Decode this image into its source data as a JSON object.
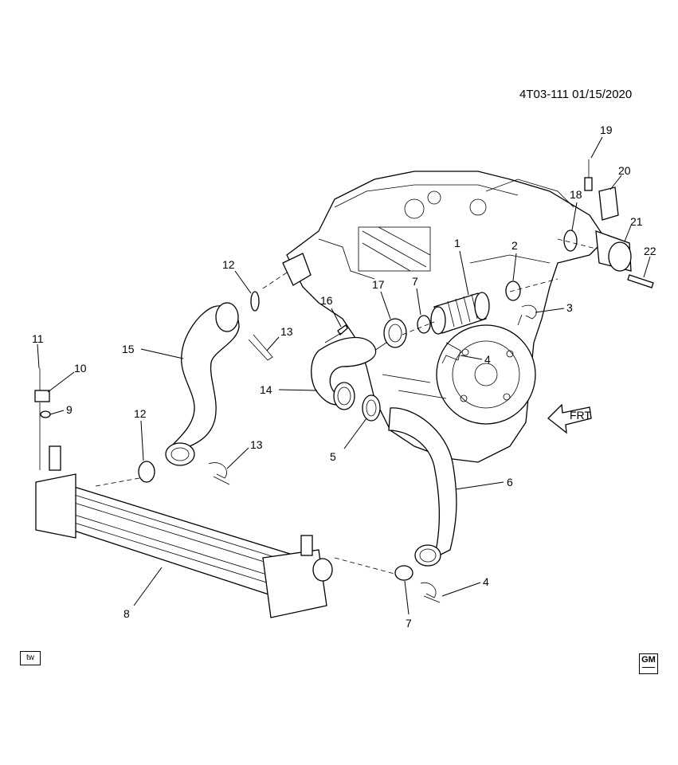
{
  "header": {
    "reference": "4T03-111  01/15/2020"
  },
  "badges": {
    "tw": "tw",
    "brand": "GM",
    "front_label": "FRT"
  },
  "callouts": [
    "1",
    "2",
    "3",
    "4",
    "4",
    "5",
    "6",
    "7",
    "7",
    "8",
    "9",
    "10",
    "11",
    "12",
    "12",
    "13",
    "13",
    "14",
    "15",
    "16",
    "17",
    "18",
    "19",
    "20",
    "21",
    "22"
  ]
}
